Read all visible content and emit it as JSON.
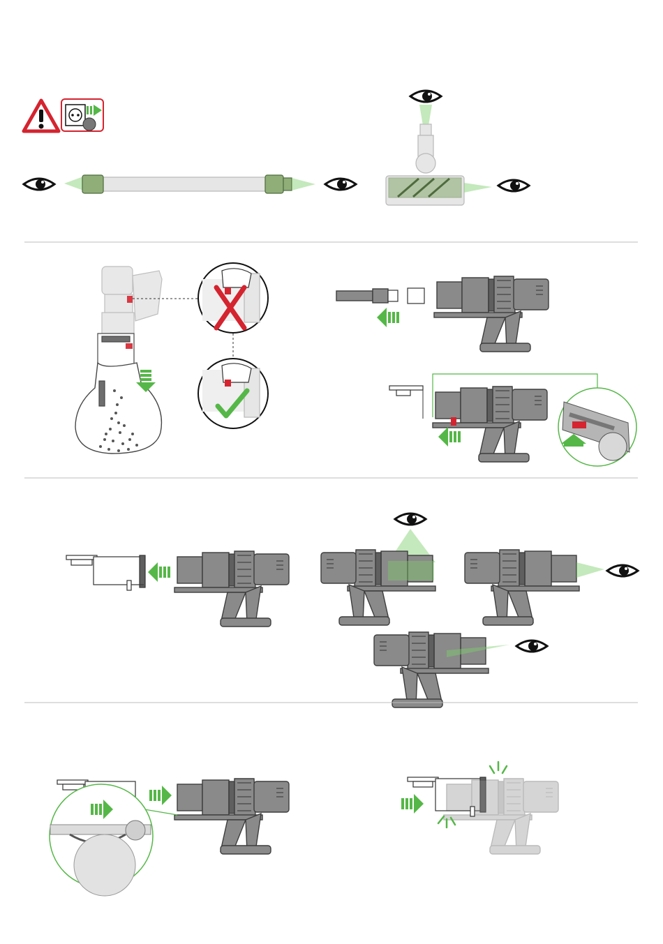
{
  "document": {
    "type": "vacuum-maintenance-instructions",
    "panels": [
      {
        "id": "check-blockages",
        "steps": [
          "warning-unplug",
          "inspect-wand-ends",
          "inspect-cleaner-head"
        ]
      },
      {
        "id": "empty-bin",
        "steps": [
          "empty-bin-into-bag",
          "detach-wand",
          "release-bin"
        ]
      },
      {
        "id": "inspect-bin",
        "steps": [
          "remove-bin",
          "inspect-cyclone",
          "inspect-inlet",
          "inspect-rear"
        ]
      },
      {
        "id": "refit-bin",
        "steps": [
          "slide-bin-on",
          "click-into-place"
        ]
      }
    ]
  },
  "colors": {
    "accent_green": "#55b747",
    "warning_red": "#d4242f",
    "body_gray": "#8a8a8a",
    "sage": "#8fae78"
  },
  "icons": [
    "warning-icon",
    "unplug-icon",
    "eye-icon",
    "arrow-icon",
    "cross-icon",
    "check-icon"
  ]
}
